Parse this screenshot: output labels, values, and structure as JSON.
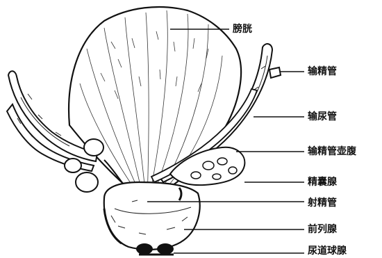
{
  "labels": {
    "bladder": "膀胱",
    "vas_deferens": "输精管",
    "ureter": "输尿管",
    "ampulla": "输精管壶腹",
    "seminal_vesicle": "精囊腺",
    "ejaculatory_duct": "射精管",
    "prostate": "前列腺",
    "bulbourethral_gland": "尿道球腺"
  }
}
